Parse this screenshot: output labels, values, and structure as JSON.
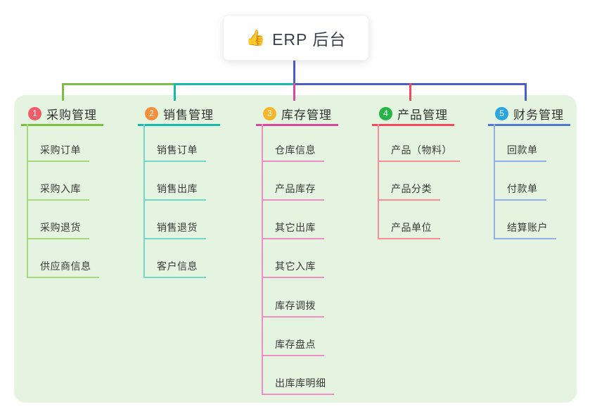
{
  "root": {
    "icon": "👍",
    "icon_name": "thumbs-up-icon",
    "title": "ERP 后台"
  },
  "connector_color": "#4a5ec6",
  "panel_color": "#e5f4e1",
  "branches": [
    {
      "number": "1",
      "title": "采购管理",
      "color": "#7cbd45",
      "light": "#a9d87e",
      "badge": "#f05b68",
      "children": [
        "采购订单",
        "采购入库",
        "采购退货",
        "供应商信息"
      ]
    },
    {
      "number": "2",
      "title": "销售管理",
      "color": "#16b9aa",
      "light": "#72d6c9",
      "badge": "#f58f3d",
      "children": [
        "销售订单",
        "销售出库",
        "销售退货",
        "客户信息"
      ]
    },
    {
      "number": "3",
      "title": "库存管理",
      "color": "#d9489e",
      "light": "#ee8ec4",
      "badge": "#f7b52c",
      "children": [
        "仓库信息",
        "产品库存",
        "其它出库",
        "其它入库",
        "库存调拨",
        "库存盘点",
        "出库库明细"
      ]
    },
    {
      "number": "4",
      "title": "产品管理",
      "color": "#f2495c",
      "light": "#f78d96",
      "badge": "#27b348",
      "children": [
        "产品（物料）",
        "产品分类",
        "产品单位"
      ]
    },
    {
      "number": "5",
      "title": "财务管理",
      "color": "#4f79d2",
      "light": "#92aee4",
      "badge": "#2ba5e0",
      "children": [
        "回款单",
        "付款单",
        "结算账户"
      ]
    }
  ]
}
